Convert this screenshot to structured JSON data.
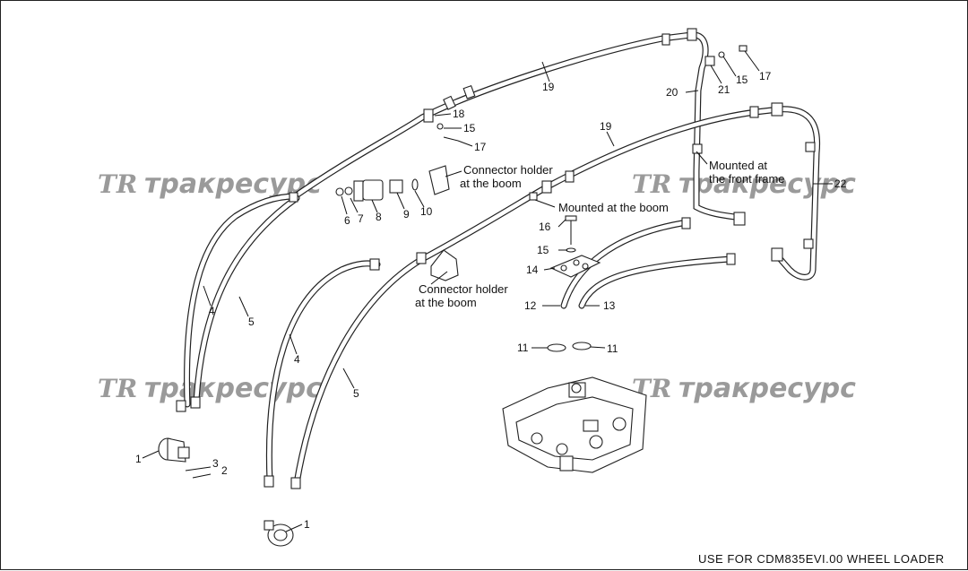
{
  "watermark": {
    "logo": "TR",
    "text": "тракресурс"
  },
  "footer": "USE FOR CDM835EVI.00 WHEEL LOADER",
  "notes": {
    "holder_top_line1": "Connector holder",
    "holder_top_line2": "at the boom",
    "holder_bottom_line1": "Connector holder",
    "holder_bottom_line2": "at the boom",
    "mounted_boom": "Mounted at the  boom",
    "mounted_frame_line1": "Mounted at",
    "mounted_frame_line2": "the front frame"
  },
  "callouts": {
    "c1a": "1",
    "c1b": "1",
    "c2": "2",
    "c3": "3",
    "c4a": "4",
    "c4b": "4",
    "c5a": "5",
    "c5b": "5",
    "c6": "6",
    "c7": "7",
    "c8": "8",
    "c9": "9",
    "c10": "10",
    "c11a": "11",
    "c11b": "11",
    "c12": "12",
    "c13": "13",
    "c14": "14",
    "c15a": "15",
    "c15b": "15",
    "c15c": "15",
    "c16": "16",
    "c17a": "17",
    "c17b": "17",
    "c18": "18",
    "c19a": "19",
    "c19b": "19",
    "c20": "20",
    "c21": "21",
    "c22": "22"
  }
}
